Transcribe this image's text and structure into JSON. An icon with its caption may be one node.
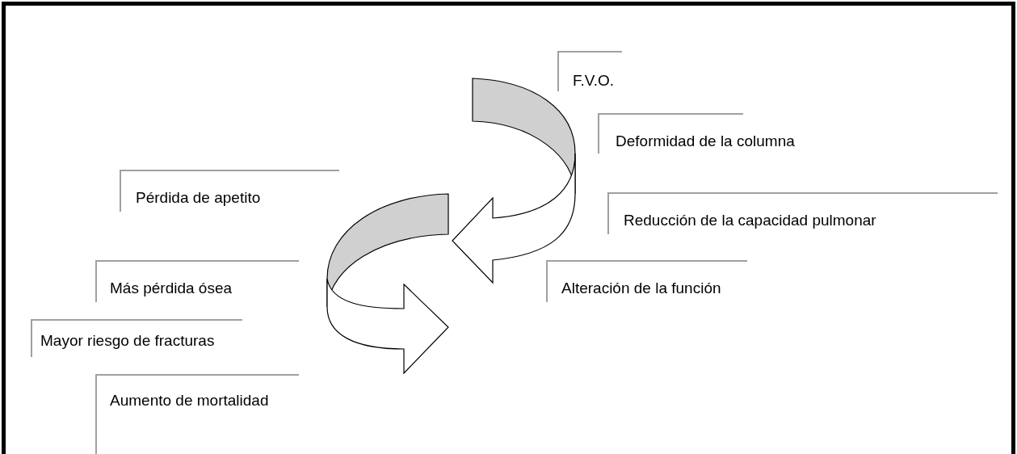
{
  "diagram": {
    "nodes": [
      {
        "text": [
          "F.V.O."
        ]
      },
      {
        "text": [
          "Deformidad de la columna"
        ]
      },
      {
        "text": [
          "Pérdida de apetito"
        ]
      },
      {
        "text": [
          "Reducción de la capacidad pulmonar"
        ]
      },
      {
        "text": [
          "Más pérdida ósea"
        ]
      },
      {
        "text": [
          "Alteración de la función"
        ]
      },
      {
        "text": [
          "Mayor riesgo de fracturas"
        ]
      },
      {
        "text": [
          "Aumento de mortalidad"
        ]
      }
    ]
  }
}
